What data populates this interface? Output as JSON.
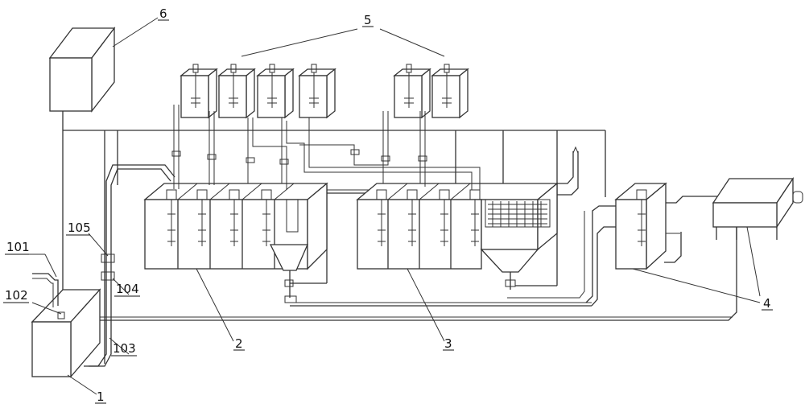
{
  "labels": {
    "l1": "1",
    "l2": "2",
    "l3": "3",
    "l4": "4",
    "l5": "5",
    "l6": "6",
    "l101": "101",
    "l102": "102",
    "l103": "103",
    "l104": "104",
    "l105": "105"
  }
}
